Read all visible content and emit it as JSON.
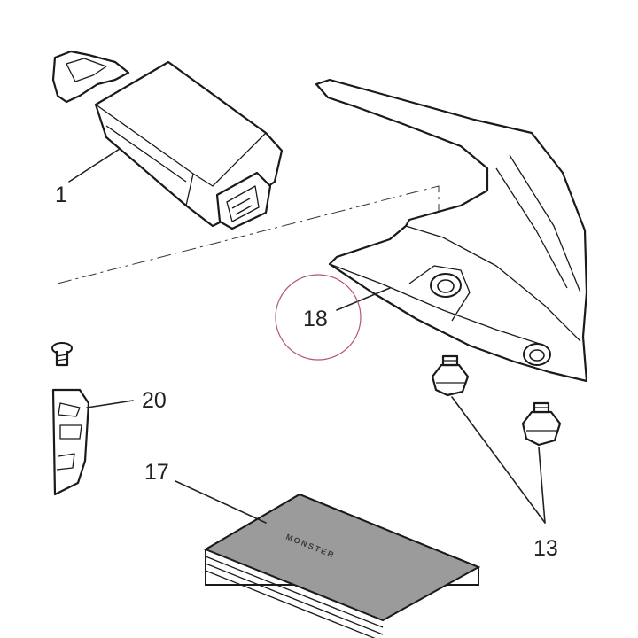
{
  "callouts": [
    {
      "id": "1",
      "text": "1"
    },
    {
      "id": "18",
      "text": "18"
    },
    {
      "id": "20",
      "text": "20"
    },
    {
      "id": "17",
      "text": "17"
    },
    {
      "id": "13",
      "text": "13"
    }
  ],
  "manual_logo_text": "MONSTER",
  "colors": {
    "line": "#1a1a1a",
    "highlight_circle": "#b5566a",
    "manual_cover": "#9b9b9b"
  }
}
